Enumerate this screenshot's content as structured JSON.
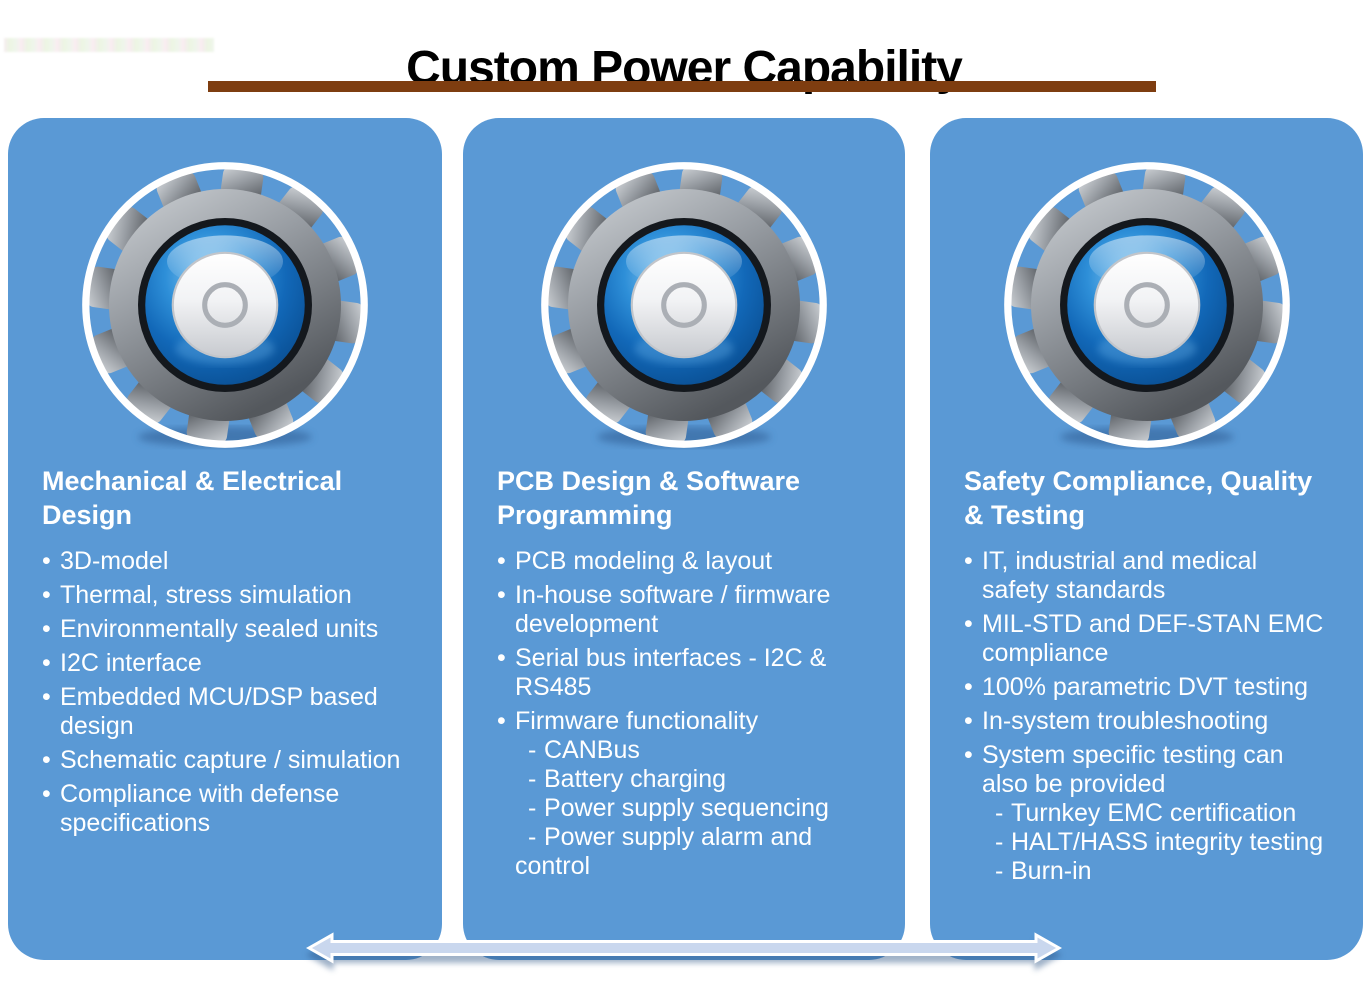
{
  "slide": {
    "title": "Custom Power Capability",
    "rule_color": "#7e3d10",
    "panel_color": "#5a99d5",
    "text_color": "#ffffff",
    "arrow_fill": "#c9d7ee",
    "arrow_stroke": "#ffffff"
  },
  "glyphs": {
    "bullet": "•",
    "dash": "-"
  },
  "panels": [
    {
      "icon": "gear-icon",
      "heading": "Mechanical & Electrical Design",
      "items": [
        {
          "text": "3D-model"
        },
        {
          "text": "Thermal, stress simulation"
        },
        {
          "text": "Environmentally sealed units"
        },
        {
          "text": "I2C interface"
        },
        {
          "text": "Embedded MCU/DSP based design"
        },
        {
          "text": "Schematic capture / simulation"
        },
        {
          "text": "Compliance with defense specifications"
        }
      ]
    },
    {
      "icon": "gear-icon",
      "heading": "PCB Design & Software Programming",
      "items": [
        {
          "text": "PCB modeling & layout"
        },
        {
          "text": "In-house software / firmware development"
        },
        {
          "text": "Serial bus interfaces - I2C & RS485"
        },
        {
          "text": "Firmware functionality"
        },
        {
          "text": "CANBus",
          "sub": true
        },
        {
          "text": "Battery charging",
          "sub": true
        },
        {
          "text": "Power supply sequencing",
          "sub": true
        },
        {
          "text": "Power supply alarm and control",
          "sub": true
        }
      ]
    },
    {
      "icon": "gear-icon",
      "heading": "Safety Compliance, Quality & Testing",
      "items": [
        {
          "text": "IT, industrial and medical safety standards"
        },
        {
          "text": "MIL-STD and DEF-STAN EMC compliance"
        },
        {
          "text": "100% parametric DVT testing"
        },
        {
          "text": "In-system troubleshooting"
        },
        {
          "text": "System specific testing can also be provided"
        },
        {
          "text": "Turnkey EMC certification",
          "sub": true
        },
        {
          "text": "HALT/HASS integrity testing",
          "sub": true
        },
        {
          "text": "Burn-in",
          "sub": true
        }
      ]
    }
  ],
  "footer": {
    "arrow": "double-headed-arrow"
  }
}
